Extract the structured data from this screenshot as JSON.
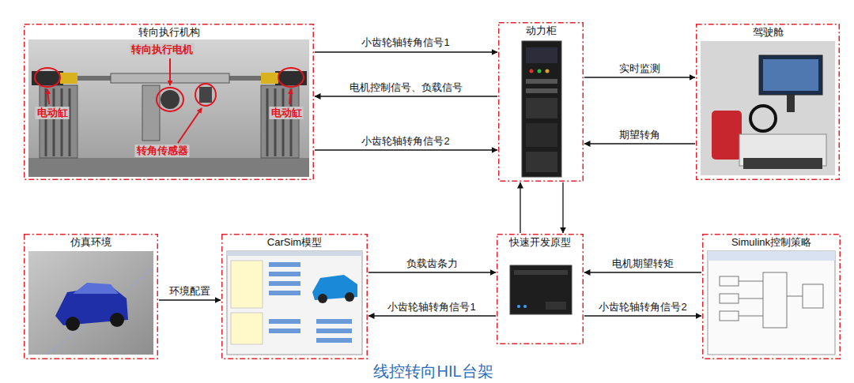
{
  "diagram": {
    "caption": "线控转向HIL台架",
    "nodes": [
      {
        "text": [
          "转向执行机构"
        ]
      },
      {
        "text": [
          "动力柜"
        ]
      },
      {
        "text": [
          "驾驶舱"
        ]
      },
      {
        "text": [
          "仿真环境"
        ]
      },
      {
        "text": [
          "CarSim模型"
        ]
      },
      {
        "text": [
          "快速开发原型"
        ]
      },
      {
        "text": [
          "Simulink控制策略"
        ]
      }
    ],
    "edges": [
      {
        "from": 0,
        "to": 1,
        "label": "小齿轮轴转角信号1",
        "arrow": "to"
      },
      {
        "from": 1,
        "to": 0,
        "label": "电机控制信号、负载信号",
        "arrow": "to"
      },
      {
        "from": 0,
        "to": 1,
        "label": "小齿轮轴转角信号2",
        "arrow": "to"
      },
      {
        "from": 1,
        "to": 2,
        "label": "实时监测",
        "arrow": "to"
      },
      {
        "from": 2,
        "to": 1,
        "label": "期望转角",
        "arrow": "to"
      },
      {
        "from": 3,
        "to": 4,
        "label": "环境配置",
        "arrow": "to"
      },
      {
        "from": 4,
        "to": 5,
        "label": "负载齿条力",
        "arrow": "to"
      },
      {
        "from": 5,
        "to": 4,
        "label": "小齿轮轴转角信号1",
        "arrow": "to"
      },
      {
        "from": 6,
        "to": 5,
        "label": "电机期望转矩",
        "arrow": "to"
      },
      {
        "from": 5,
        "to": 6,
        "label": "小齿轮轴转角信号2",
        "arrow": "to"
      },
      {
        "from": 5,
        "to": 1,
        "arrow": "to"
      },
      {
        "from": 1,
        "to": 5,
        "arrow": "to"
      }
    ],
    "labels": [
      "转向执行电机",
      "电动缸",
      "转角传感器",
      "电动缸"
    ]
  }
}
